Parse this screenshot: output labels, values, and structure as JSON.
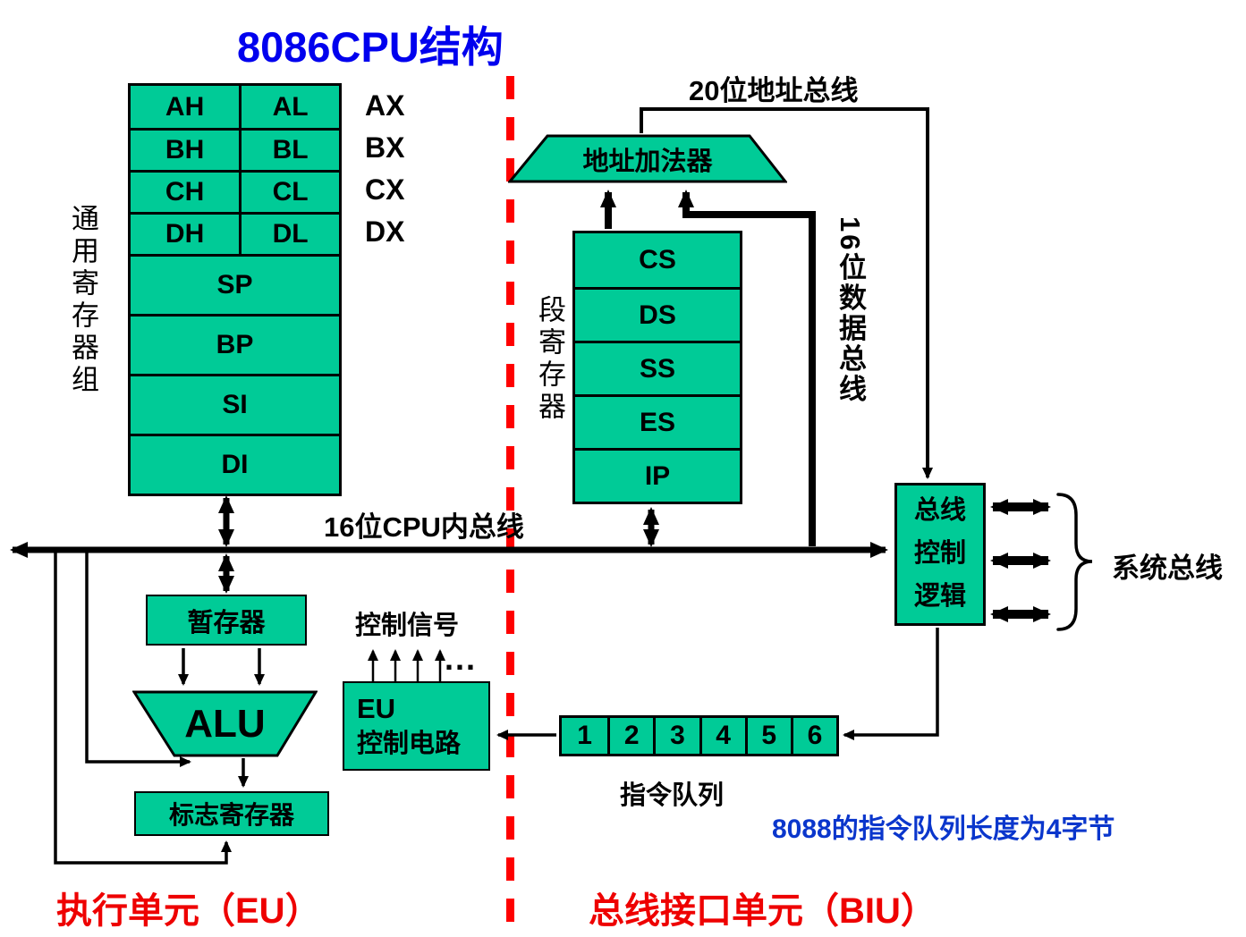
{
  "title": "8086CPU结构",
  "colors": {
    "box_green": "#00CB97",
    "divider_red": "#FF0000",
    "title_blue": "#0000EE",
    "note_blue": "#0A36CC",
    "footer_red": "#EE0000"
  },
  "general_registers": {
    "group_label": "通用寄存器组",
    "pairs": [
      {
        "hi": "AH",
        "lo": "AL",
        "word": "AX"
      },
      {
        "hi": "BH",
        "lo": "BL",
        "word": "BX"
      },
      {
        "hi": "CH",
        "lo": "CL",
        "word": "CX"
      },
      {
        "hi": "DH",
        "lo": "DL",
        "word": "DX"
      }
    ],
    "wide": [
      "SP",
      "BP",
      "SI",
      "DI"
    ]
  },
  "segment_registers": {
    "group_label": "段寄存器",
    "rows": [
      "CS",
      "DS",
      "SS",
      "ES",
      "IP"
    ]
  },
  "address_adder_label": "地址加法器",
  "bus_labels": {
    "address_bus": "20位地址总线",
    "data_bus": "16位数据总线",
    "internal_bus": "16位CPU内总线",
    "system_bus": "系统总线"
  },
  "bus_control": {
    "lines": [
      "总线",
      "控制",
      "逻辑"
    ]
  },
  "eu": {
    "temp_register": "暂存器",
    "alu": "ALU",
    "flags_register": "标志寄存器",
    "control_signals": "控制信号",
    "ellipsis": "...",
    "eu_control": [
      "EU",
      "控制电路"
    ]
  },
  "queue": {
    "cells": [
      "1",
      "2",
      "3",
      "4",
      "5",
      "6"
    ],
    "label": "指令队列"
  },
  "note": "8088的指令队列长度为4字节",
  "footer": {
    "eu": "执行单元（EU）",
    "biu": "总线接口单元（BIU）"
  }
}
